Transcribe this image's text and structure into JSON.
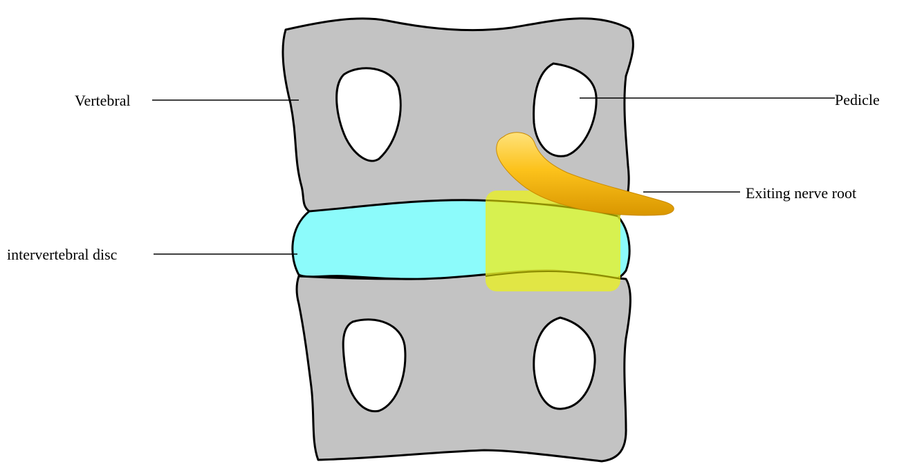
{
  "labels": {
    "vertebral": "Vertebral",
    "pedicle": "Pedicle",
    "exiting_nerve_root": "Exiting nerve root",
    "intervertebral_disc": "intervertebral disc"
  },
  "colors": {
    "vertebra_fill": "#c3c3c3",
    "pedicle_fill": "#ffffff",
    "disc_fill": "#8cfbfb",
    "nerve_root_fill": "#f5b400",
    "highlight_fill": "#e8ee2a",
    "outline": "#000000"
  }
}
